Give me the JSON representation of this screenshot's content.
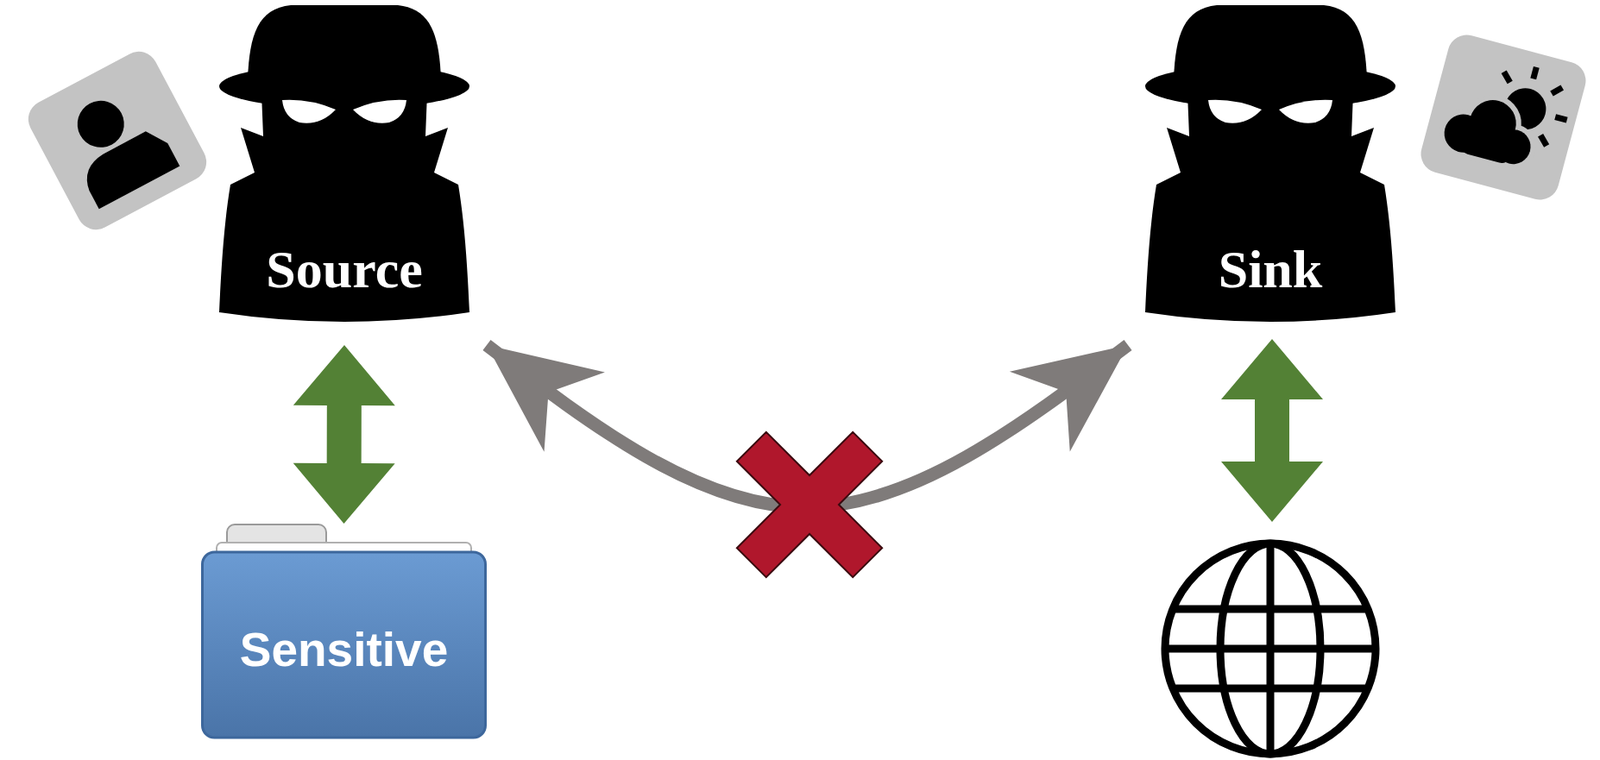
{
  "diagram": {
    "nodes": [
      {
        "text": [
          "Source"
        ]
      },
      {
        "text": [
          "Sink"
        ]
      },
      {
        "text": [
          "Sensitive"
        ]
      }
    ],
    "edges": [
      {
        "from": 0,
        "to": 2,
        "arrow": "both"
      },
      {
        "from": 0,
        "to": 1,
        "arrow": "both"
      }
    ]
  }
}
